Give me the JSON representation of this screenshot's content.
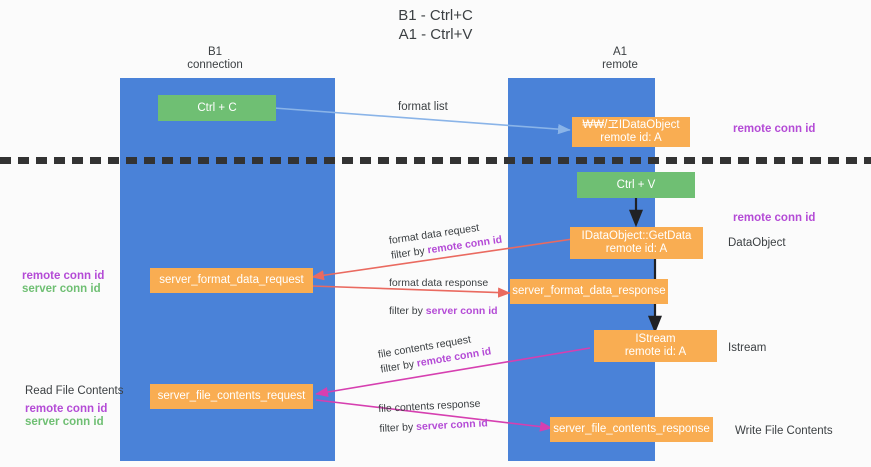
{
  "title": "B1 - Ctrl+C\nA1 - Ctrl+V",
  "colors": {
    "lane": "#4a82d8",
    "green_box": "#6fbf73",
    "orange_box": "#f9ad52",
    "purple_text": "#b44bd6",
    "green_text": "#6fbf73",
    "divider": "#333333",
    "arrow_format_list": "#8ab4e8",
    "arrow_format_data": "#ea6a60",
    "arrow_file_contents": "#d63fb0",
    "arrow_black": "#202124"
  },
  "columns": [
    {
      "id": "b1",
      "title": "B1\nconnection"
    },
    {
      "id": "a1",
      "title": "A1\nremote"
    }
  ],
  "boxes": {
    "ctrl_c": "Ctrl + C",
    "ctrl_v": "Ctrl + V",
    "idataobject": "₩₩/ヱIDataObject\nremote id: A",
    "getdata": "IDataObject::GetData\nremote id: A",
    "istream": "IStream\nremote id: A",
    "server_format_data_request": "server_format_data_request",
    "server_format_data_response": "server_format_data_response",
    "server_file_contents_request": "server_file_contents_request",
    "server_file_contents_response": "server_file_contents_response"
  },
  "right_labels": {
    "remote_conn_id_top": "remote conn id",
    "remote_conn_id_mid": "remote conn id",
    "dataobject": "DataObject",
    "istream": "Istream",
    "write_file_contents": "Write File Contents"
  },
  "left_labels": {
    "remote_conn_id": "remote conn id",
    "server_conn_id": "server conn id",
    "read_file_contents": "Read File Contents",
    "remote_conn_id_2": "remote conn id",
    "server_conn_id_2": "server conn id"
  },
  "arrow_labels": {
    "format_list": "format list",
    "format_data_request": "format data request",
    "format_data_request_filter_prefix": "filter by ",
    "format_data_request_filter_key": "remote conn id",
    "format_data_response": "format data response",
    "format_data_response_filter_prefix": "filter by ",
    "format_data_response_filter_key": "server conn id",
    "file_contents_request": "file contents request",
    "file_contents_request_filter_prefix": "filter by ",
    "file_contents_request_filter_key": "remote conn id",
    "file_contents_response": "file contents response",
    "file_contents_response_filter_prefix": "filter by ",
    "file_contents_response_filter_key": "server conn id"
  }
}
